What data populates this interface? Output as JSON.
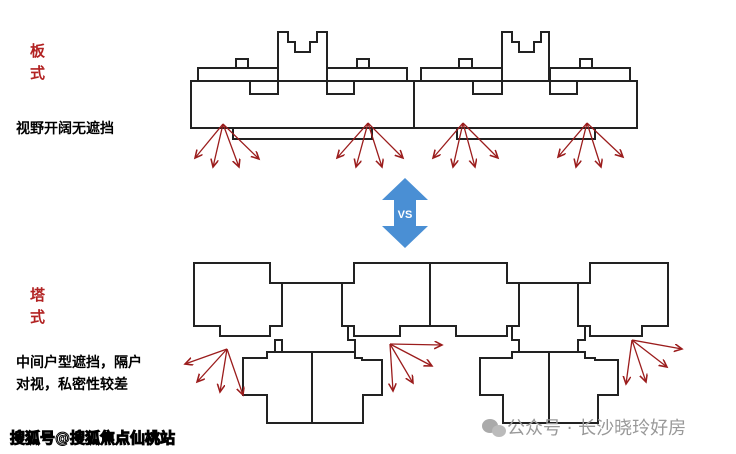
{
  "slab": {
    "title_line1": "板",
    "title_line2": "式",
    "description": "视野开阔无遮挡"
  },
  "tower": {
    "title_line1": "塔",
    "title_line2": "式",
    "description_line1": "中间户型遮挡，隔户",
    "description_line2": "对视，私密性较差"
  },
  "vs_label": "VS",
  "watermark_left": "搜狐号@搜狐焦点仙桃站",
  "watermark_right": "公众号 · 长沙晓玲好房",
  "colors": {
    "arrow": "#9b1c1c",
    "label": "#b22222",
    "vs": "#4a8fd4",
    "lines": "#222222"
  }
}
